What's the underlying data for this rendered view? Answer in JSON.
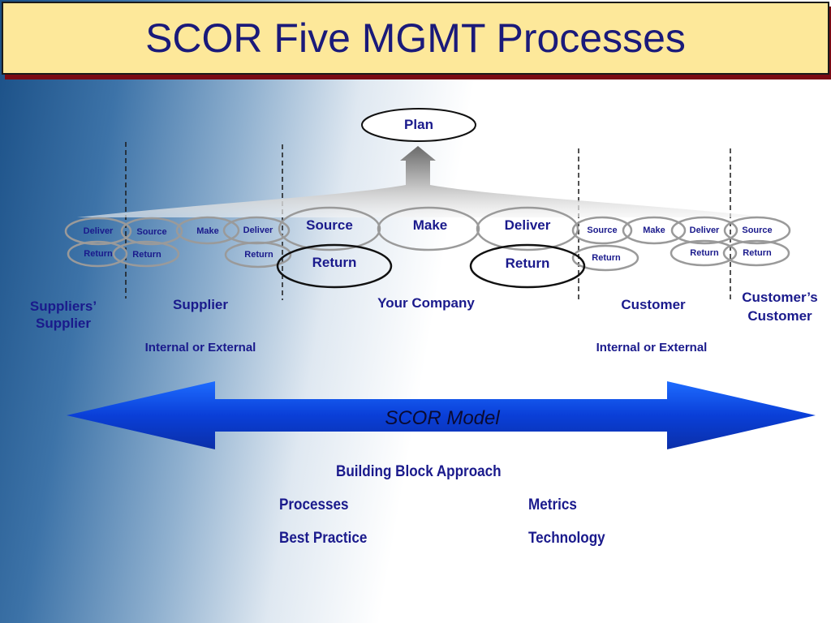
{
  "slide": {
    "title": "SCOR Five MGMT Processes"
  },
  "plan": {
    "label": "Plan"
  },
  "company": {
    "source": "Source",
    "make": "Make",
    "deliver": "Deliver",
    "return_left": "Return",
    "return_right": "Return"
  },
  "chain": {
    "ss_deliver": "Deliver",
    "ss_return": "Return",
    "sup_source": "Source",
    "sup_return_left": "Return",
    "sup_make": "Make",
    "sup_deliver": "Deliver",
    "sup_return_right": "Return",
    "cust_source": "Source",
    "cust_return_left": "Return",
    "cust_make": "Make",
    "cust_deliver": "Deliver",
    "cust_return_right": "Return",
    "cc_source": "Source",
    "cc_return": "Return"
  },
  "parties": {
    "suppliers_supplier": [
      "Suppliers’",
      "Supplier"
    ],
    "supplier": "Supplier",
    "your_company": "Your Company",
    "customer": "Customer",
    "customers_customer": [
      "Customer’s",
      "Customer"
    ],
    "internal_external_left": "Internal or External",
    "internal_external_right": "Internal or External"
  },
  "model": {
    "label": "SCOR Model"
  },
  "building_blocks": {
    "heading": "Building Block Approach",
    "items": [
      "Processes",
      "Metrics",
      "Best Practice",
      "Technology"
    ]
  },
  "colors": {
    "title_bg": "#fde89a",
    "title_shadow": "#7a0a14",
    "label_text": "#1a1a8c",
    "arrow_blue": "#0d47e0"
  }
}
